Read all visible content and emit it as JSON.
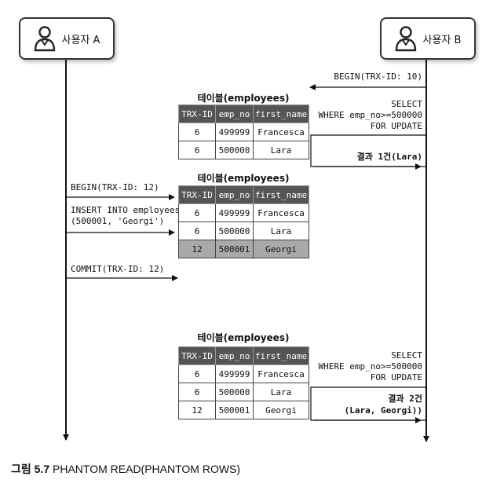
{
  "actors": {
    "a": "사용자 A",
    "b": "사용자 B"
  },
  "messages": {
    "b_begin": "BEGIN(TRX-ID: 10)",
    "b_select1": "SELECT\nWHERE emp_no>=500000\nFOR UPDATE",
    "b_result1": "결과 1건(Lara)",
    "a_begin": "BEGIN(TRX-ID: 12)",
    "a_insert": "INSERT INTO employees\n(500001, 'Georgi')",
    "a_commit": "COMMIT(TRX-ID: 12)",
    "b_select2": "SELECT\nWHERE emp_no>=500000\nFOR UPDATE",
    "b_result2_line1": "결과 2건",
    "b_result2_line2": "(Lara, Georgi))"
  },
  "tables": [
    {
      "title": "테이블(employees)",
      "columns": [
        "TRX-ID",
        "emp_no",
        "first_name"
      ],
      "rows": [
        [
          "6",
          "499999",
          "Francesca"
        ],
        [
          "6",
          "500000",
          "Lara"
        ]
      ]
    },
    {
      "title": "테이블(employees)",
      "columns": [
        "TRX-ID",
        "emp_no",
        "first_name"
      ],
      "rows": [
        [
          "6",
          "499999",
          "Francesca"
        ],
        [
          "6",
          "500000",
          "Lara"
        ],
        [
          "12",
          "500001",
          "Georgi"
        ]
      ]
    },
    {
      "title": "테이블(employees)",
      "columns": [
        "TRX-ID",
        "emp_no",
        "first_name"
      ],
      "rows": [
        [
          "6",
          "499999",
          "Francesca"
        ],
        [
          "6",
          "500000",
          "Lara"
        ],
        [
          "12",
          "500001",
          "Georgi"
        ]
      ]
    }
  ],
  "caption": {
    "label": "그림 5.7",
    "text": " PHANTOM READ(PHANTOM ROWS)"
  },
  "icons": {
    "user": "user-icon"
  }
}
